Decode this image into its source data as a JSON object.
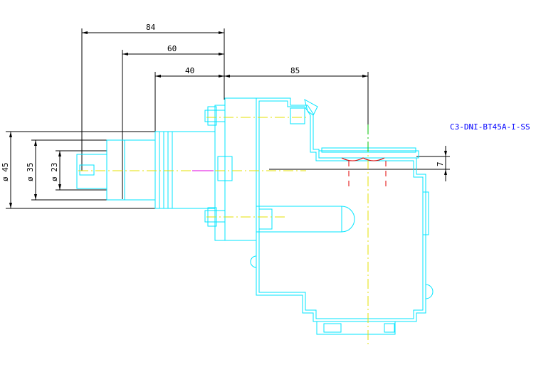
{
  "drawing": {
    "part_label": "C3-DNI-BT45A-I-SS",
    "dimensions": {
      "top_84": "84",
      "top_60": "60",
      "top_40": "40",
      "top_85": "85",
      "side_7": "7",
      "dia_45": "ø 45",
      "dia_35": "ø 35",
      "dia_23": "ø 23"
    }
  }
}
